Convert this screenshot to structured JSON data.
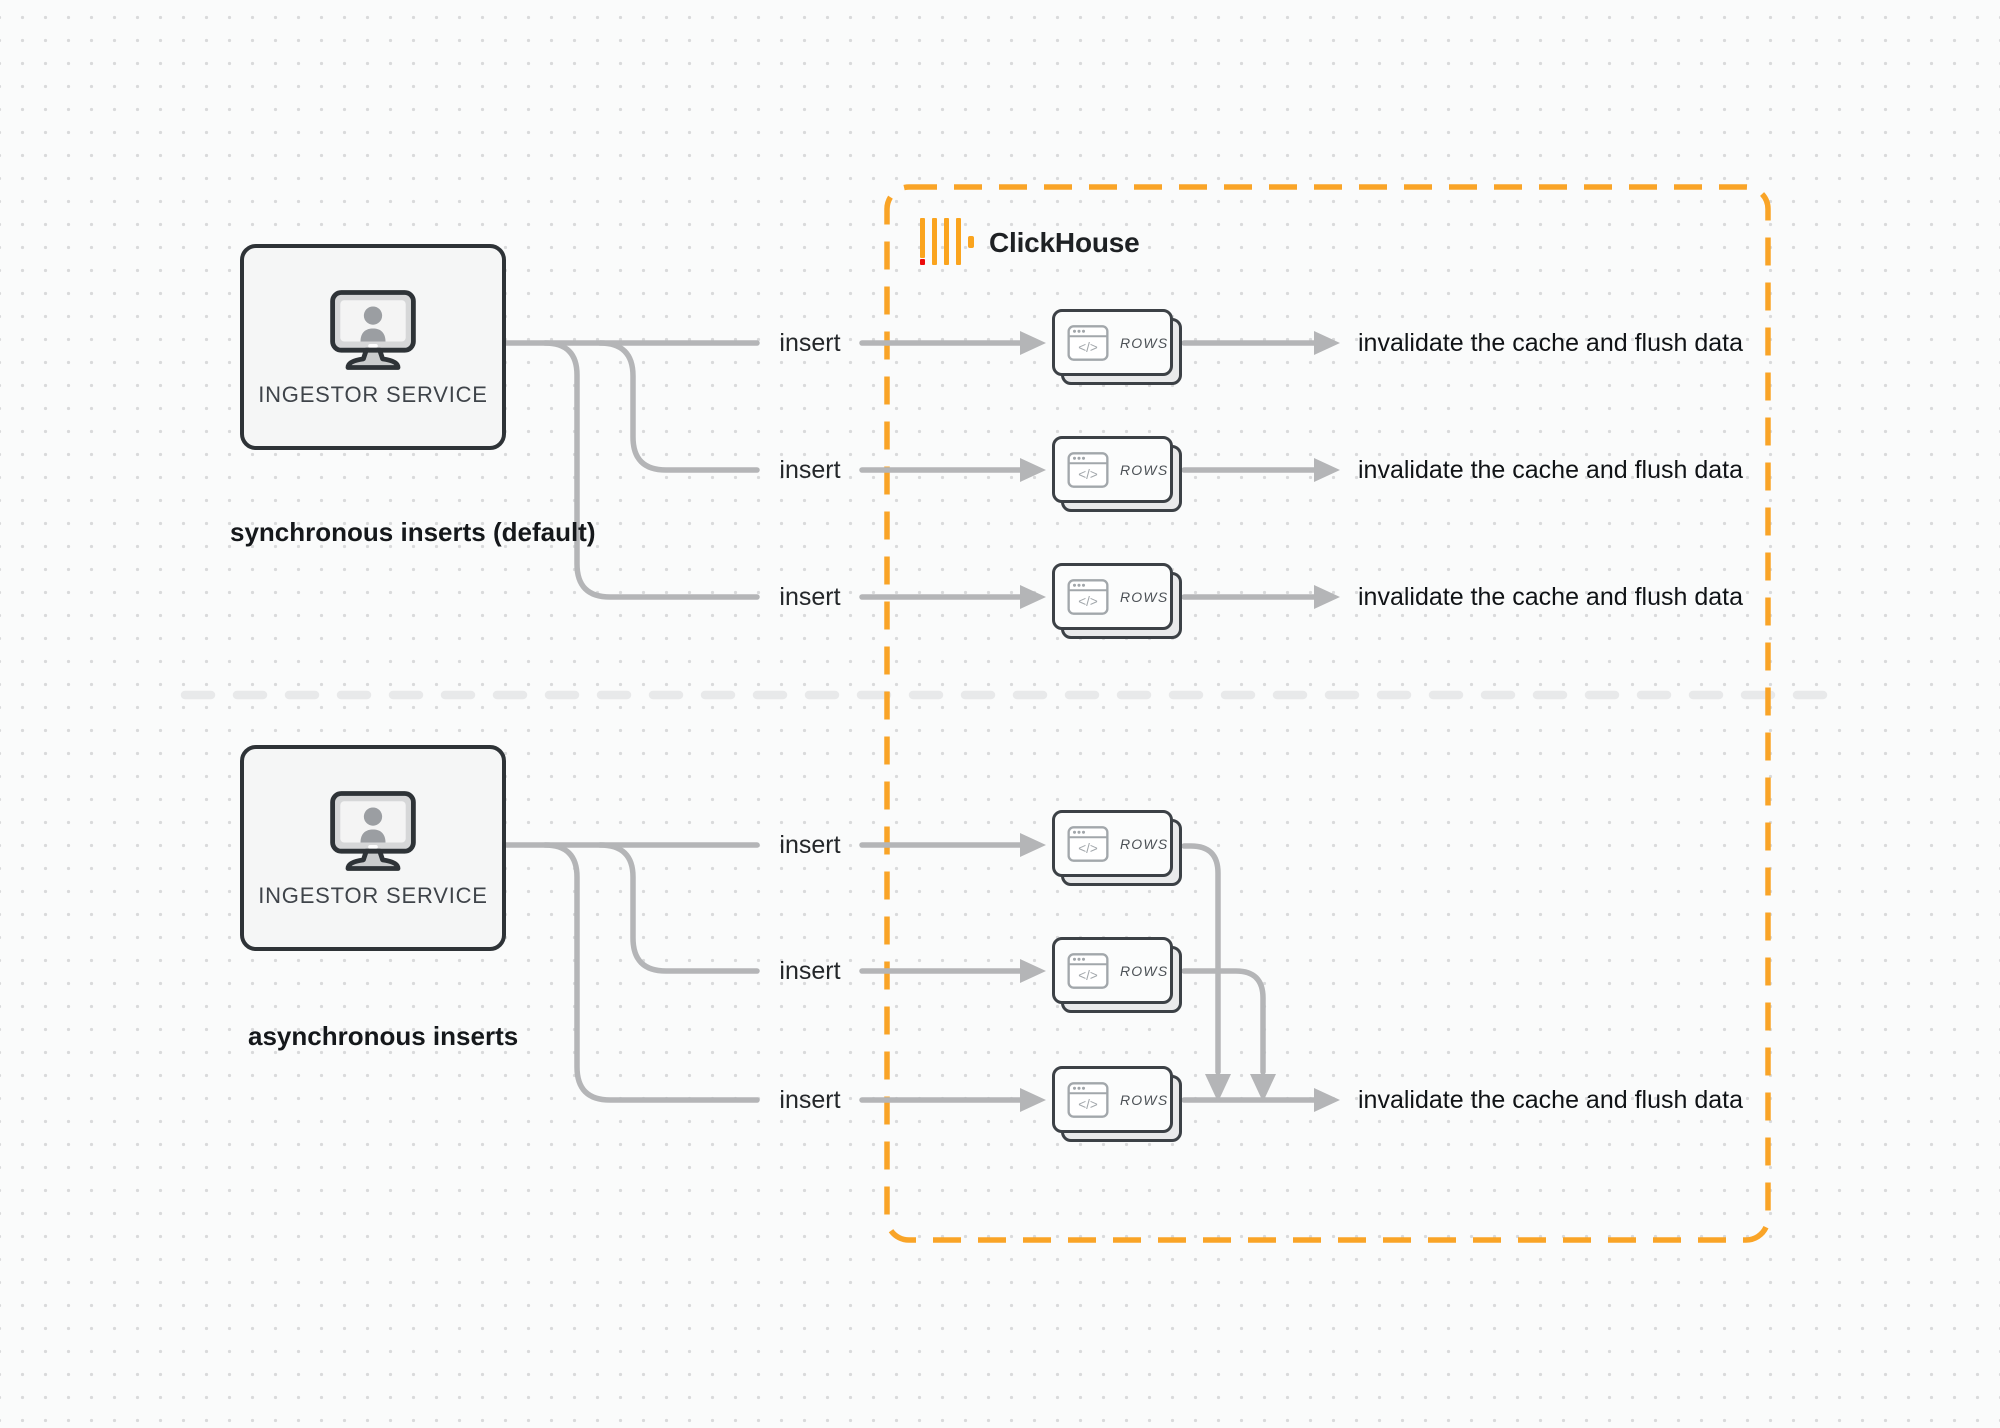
{
  "title": "ClickHouse synchronous vs asynchronous inserts diagram",
  "colors": {
    "accent_orange": "#F9A427",
    "logo_amber": "#FAA41E",
    "logo_red": "#EC0B0B",
    "connector_gray": "#B4B5B7",
    "shape_border_dark": "#2E3337",
    "divider_gray": "#E8E9EA"
  },
  "icons": {
    "service": "monitor-user-icon",
    "table_card": "browser-code-icon",
    "logo": "clickhouse-bars-icon"
  },
  "clickhouse_label": "ClickHouse",
  "card_label": "ROWS",
  "card_icon_glyph": "</>",
  "sync": {
    "service_label": "INGESTOR SERVICE",
    "section_label": "synchronous inserts (default)",
    "inserts": [
      "insert",
      "insert",
      "insert"
    ],
    "results": [
      "invalidate the cache and flush data",
      "invalidate the cache and flush data",
      "invalidate the cache and flush data"
    ]
  },
  "async": {
    "service_label": "INGESTOR SERVICE",
    "section_label": "asynchronous inserts",
    "inserts": [
      "insert",
      "insert",
      "insert"
    ],
    "result": "invalidate the cache and flush data"
  }
}
